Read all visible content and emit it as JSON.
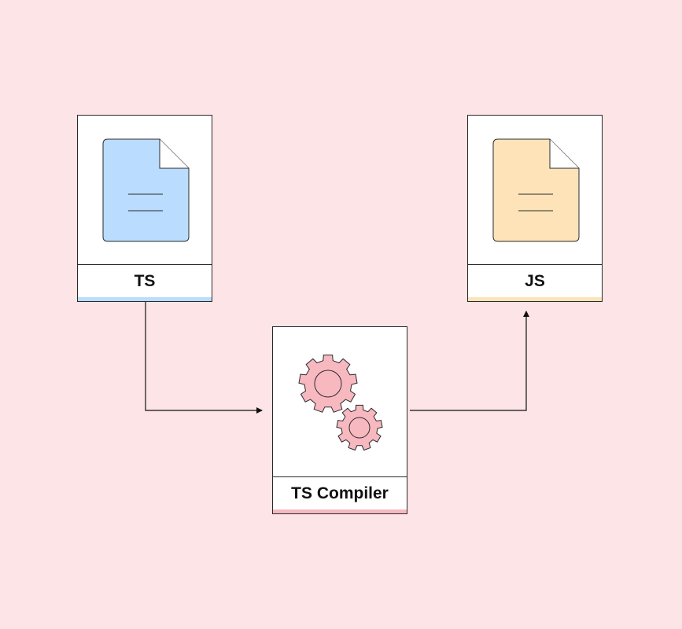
{
  "nodes": {
    "ts": {
      "label": "TS",
      "icon": "typescript-file-icon",
      "fill_color": "#b9dcff",
      "strip_color": "#b9dcff"
    },
    "js": {
      "label": "JS",
      "icon": "javascript-file-icon",
      "fill_color": "#ffe3b8",
      "strip_color": "#ffe3b8"
    },
    "compiler": {
      "label": "TS Compiler",
      "icon": "gears-icon",
      "fill_color": "#f7b8c0",
      "strip_color": "#f7b8c0"
    }
  },
  "colors": {
    "background": "#fde4e6",
    "stroke": "#2a2a2a"
  }
}
